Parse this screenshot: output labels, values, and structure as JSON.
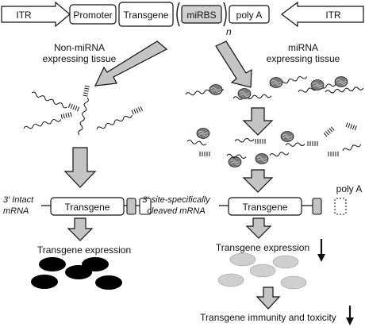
{
  "construct": {
    "itr_left": "ITR",
    "promoter": "Promoter",
    "transgene": "Transgene",
    "mirbs": "miRBS",
    "repeat_n": "n",
    "poly_a": "poly A",
    "itr_right": "ITR"
  },
  "left_branch": {
    "tissue_line1": "Non-miRNA",
    "tissue_line2": "expressing tissue",
    "mrna_line1": "3′ Intact",
    "mrna_line2": "mRNA",
    "transgene": "Transgene",
    "outcome": "Transgene expression"
  },
  "right_branch": {
    "tissue_line1": "miRNA",
    "tissue_line2": "expressing tissue",
    "mrna_line1": "3′ site-specifically",
    "mrna_line2": "cleaved mRNA",
    "transgene": "Transgene",
    "poly_a": "poly A",
    "outcome": "Transgene expression",
    "outcome2": "Transgene immunity and toxicity"
  },
  "colors": {
    "stroke": "#111111",
    "arrow_fill": "#c4c4c4",
    "mirbs_fill": "#d0d0d0",
    "protein_high": "#000000",
    "protein_low": "#cfcfcf",
    "risc": "#7a7a7a"
  }
}
